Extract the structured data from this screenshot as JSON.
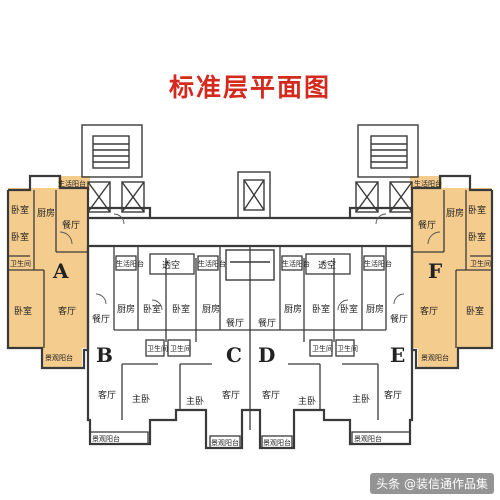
{
  "title": "标准层平面图",
  "watermark": "头条 @装信通作品集",
  "colors": {
    "title": "#d42a1e",
    "end_units": "#f4cc8e",
    "wall": "#3a3a3a",
    "background": "#ffffff"
  },
  "units": [
    {
      "letter": "A",
      "rooms": {
        "bedroom1": "卧室",
        "bedroom2": "卧室",
        "bedroom3": "卧室",
        "kitchen": "厨房",
        "dining": "餐厅",
        "living": "客厅",
        "bath": "卫生间",
        "utility_balcony": "生活阳台",
        "view_balcony": "景观阳台"
      }
    },
    {
      "letter": "B",
      "rooms": {
        "dining": "餐厅",
        "kitchen": "厨房",
        "bedroom": "卧室",
        "living": "客厅",
        "master": "主卧",
        "bath": "卫生间",
        "utility_balcony": "生活阳台",
        "view_balcony": "景观阳台"
      }
    },
    {
      "letter": "C",
      "rooms": {
        "bedroom": "卧室",
        "kitchen": "厨房",
        "dining": "餐厅",
        "living": "客厅",
        "master": "主卧",
        "bath": "卫生间",
        "utility_balcony": "生活阳台",
        "view_balcony": "景观阳台"
      }
    },
    {
      "letter": "D",
      "rooms": {
        "dining": "餐厅",
        "kitchen": "厨房",
        "bedroom": "卧室",
        "living": "客厅",
        "master": "主卧",
        "bath": "卫生间",
        "utility_balcony": "生活阳台",
        "view_balcony": "景观阳台"
      }
    },
    {
      "letter": "E",
      "rooms": {
        "bedroom": "卧室",
        "kitchen": "厨房",
        "dining": "餐厅",
        "living": "客厅",
        "master": "主卧",
        "bath": "卫生间",
        "utility_balcony": "生活阳台",
        "view_balcony": "景观阳台"
      }
    },
    {
      "letter": "F",
      "rooms": {
        "bedroom1": "卧室",
        "bedroom2": "卧室",
        "bedroom3": "卧室",
        "kitchen": "厨房",
        "dining": "餐厅",
        "living": "客厅",
        "bath": "卫生间",
        "utility_balcony": "生活阳台",
        "view_balcony": "景观阳台"
      }
    }
  ],
  "common": {
    "void_left": "透空",
    "void_right": "透空"
  }
}
